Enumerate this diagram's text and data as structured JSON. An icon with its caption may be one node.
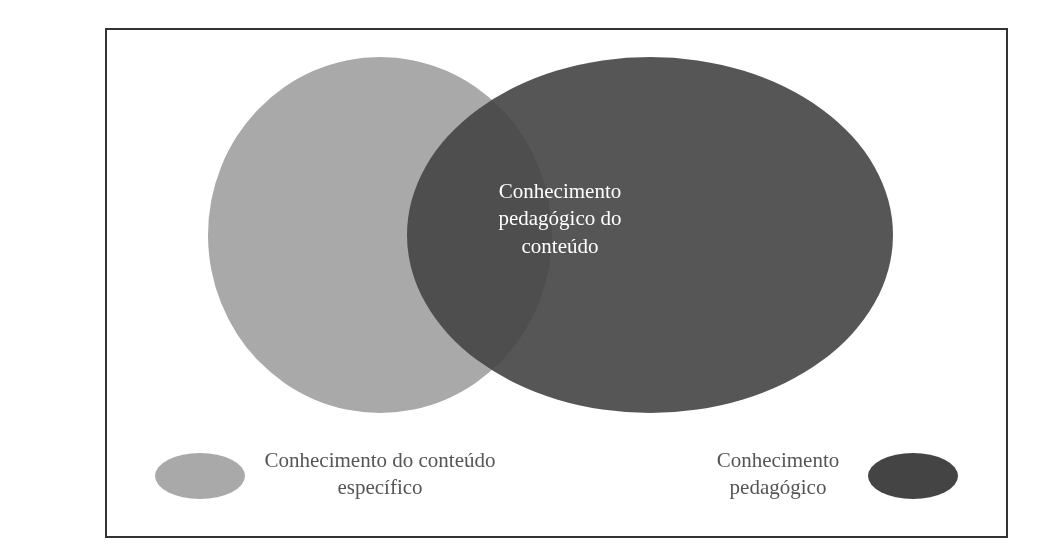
{
  "diagram": {
    "nodes": [
      {
        "text": [],
        "shape": "ellipse"
      },
      {
        "text": [],
        "shape": "ellipse"
      }
    ],
    "labels": [
      "Conhecimento pedagógico do conteúdo"
    ],
    "legend": [
      {
        "text": "Conhecimento do conteúdo específico",
        "color": "#a9a9a9"
      },
      {
        "text": "Conhecimento pedagógico",
        "color": "#444444"
      }
    ]
  }
}
